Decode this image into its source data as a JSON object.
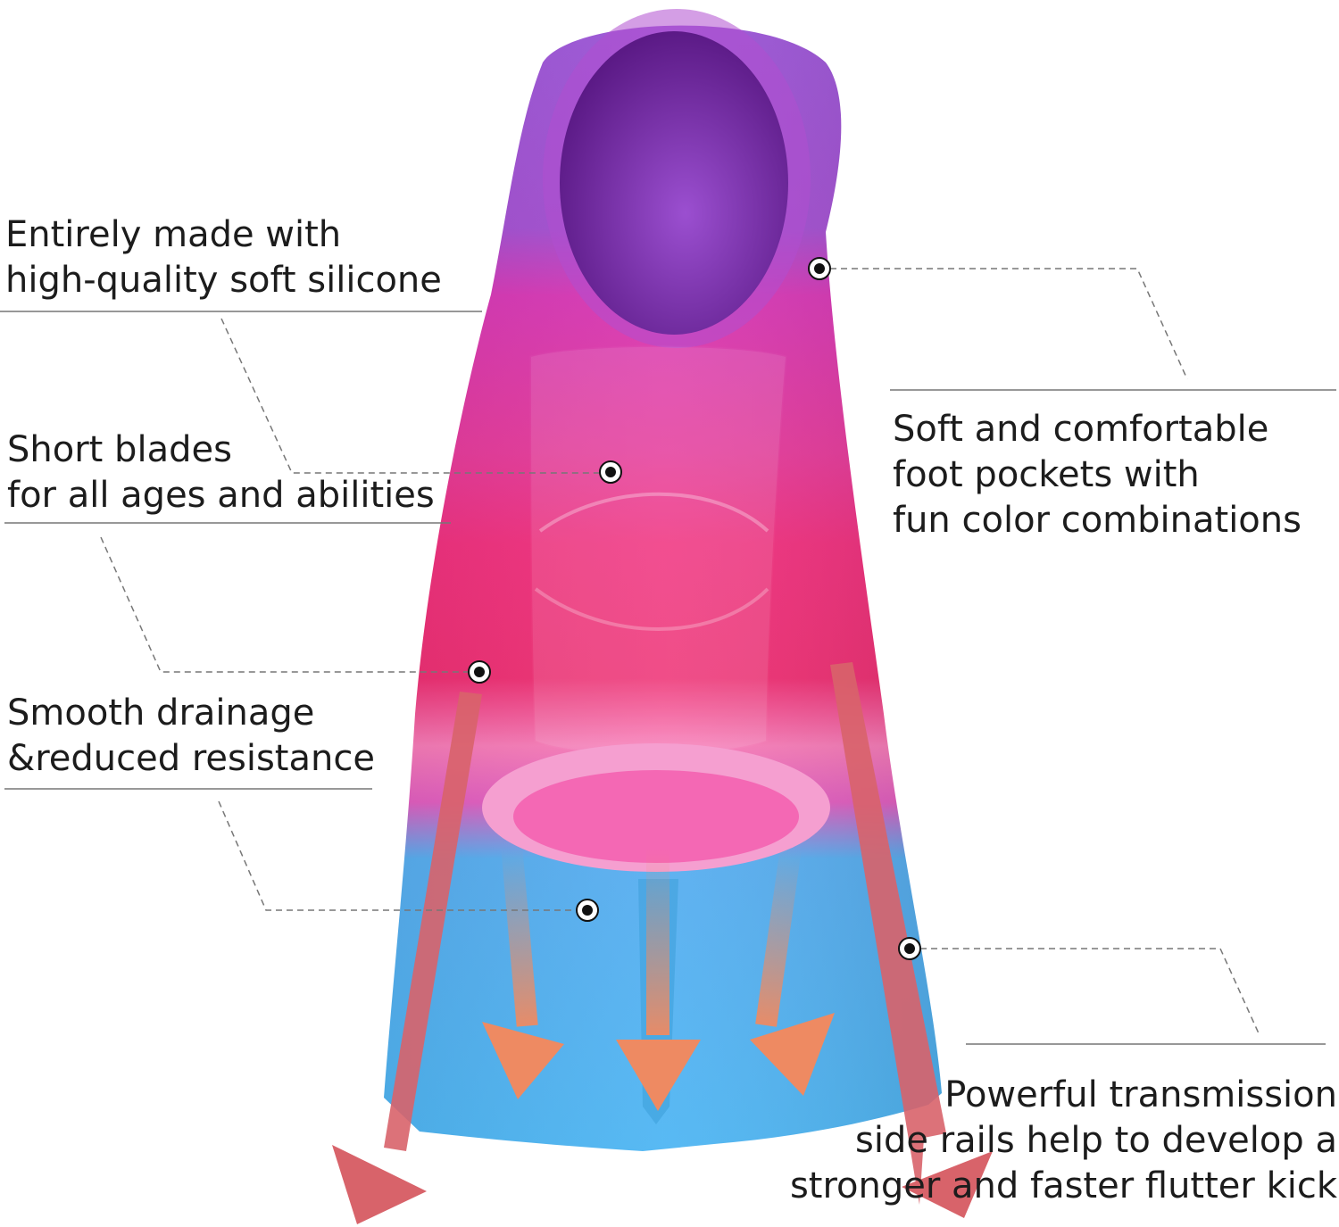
{
  "callouts": {
    "silicone": {
      "lines": [
        "Entirely made with",
        "high-quality soft silicone"
      ]
    },
    "short_blades": {
      "lines": [
        "Short blades",
        "for all ages and abilities"
      ]
    },
    "drainage": {
      "lines": [
        "Smooth drainage",
        "&reduced resistance"
      ]
    },
    "foot_pockets": {
      "lines": [
        "Soft and comfortable",
        "foot pockets with",
        "fun color combinations"
      ]
    },
    "side_rails": {
      "lines": [
        "Powerful transmission",
        "side rails help to develop a",
        "stronger and faster flutter kick"
      ]
    }
  },
  "colors": {
    "fin_purple": "#a04fd0",
    "fin_magenta": "#d93aa6",
    "fin_pink": "#f0307e",
    "fin_light_pink": "#f77cb8",
    "fin_blue": "#4fb3f2",
    "arrow_red": "#d8636a",
    "arrow_orange": "#ee8a62",
    "text": "#1c1c1c",
    "leader_line": "#777777"
  }
}
